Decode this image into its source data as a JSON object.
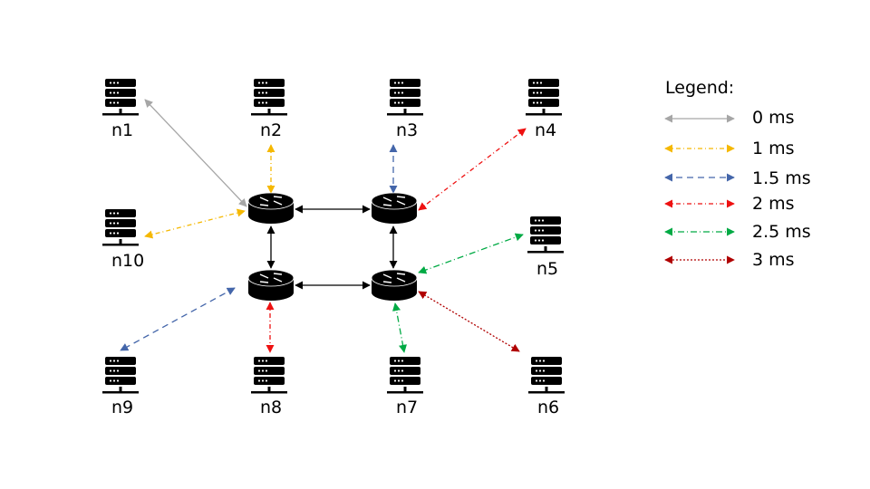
{
  "nodes": [
    {
      "id": "n1",
      "label": "n1"
    },
    {
      "id": "n2",
      "label": "n2"
    },
    {
      "id": "n3",
      "label": "n3"
    },
    {
      "id": "n4",
      "label": "n4"
    },
    {
      "id": "n5",
      "label": "n5"
    },
    {
      "id": "n6",
      "label": "n6"
    },
    {
      "id": "n7",
      "label": "n7"
    },
    {
      "id": "n8",
      "label": "n8"
    },
    {
      "id": "n9",
      "label": "n9"
    },
    {
      "id": "n10",
      "label": "n10"
    }
  ],
  "routers": [
    "r1",
    "r2",
    "r3",
    "r4"
  ],
  "latency_styles": {
    "0": {
      "color": "#a6a6a6"
    },
    "1": {
      "color": "#f5b800"
    },
    "1.5": {
      "color": "#4466aa"
    },
    "2": {
      "color": "#ee1111"
    },
    "2.5": {
      "color": "#00aa44"
    },
    "3": {
      "color": "#b00000"
    },
    "core": {
      "color": "#000000"
    }
  },
  "links": [
    {
      "from": "n1",
      "to": "r1",
      "latency": "0"
    },
    {
      "from": "n2",
      "to": "r1",
      "latency": "1"
    },
    {
      "from": "n10",
      "to": "r1",
      "latency": "1"
    },
    {
      "from": "n3",
      "to": "r2",
      "latency": "1.5"
    },
    {
      "from": "n4",
      "to": "r2",
      "latency": "2"
    },
    {
      "from": "n5",
      "to": "r4",
      "latency": "2.5"
    },
    {
      "from": "n6",
      "to": "r4",
      "latency": "3"
    },
    {
      "from": "n7",
      "to": "r4",
      "latency": "2.5"
    },
    {
      "from": "n8",
      "to": "r3",
      "latency": "2"
    },
    {
      "from": "n9",
      "to": "r3",
      "latency": "1.5"
    },
    {
      "from": "r1",
      "to": "r2",
      "latency": "core"
    },
    {
      "from": "r1",
      "to": "r3",
      "latency": "core"
    },
    {
      "from": "r2",
      "to": "r4",
      "latency": "core"
    },
    {
      "from": "r3",
      "to": "r4",
      "latency": "core"
    }
  ],
  "legend": {
    "title": "Legend:",
    "entries": [
      {
        "label": "0 ms",
        "latency": "0"
      },
      {
        "label": "1 ms",
        "latency": "1"
      },
      {
        "label": "1.5 ms",
        "latency": "1.5"
      },
      {
        "label": "2 ms",
        "latency": "2"
      },
      {
        "label": "2.5 ms",
        "latency": "2.5"
      },
      {
        "label": "3 ms",
        "latency": "3"
      }
    ]
  }
}
